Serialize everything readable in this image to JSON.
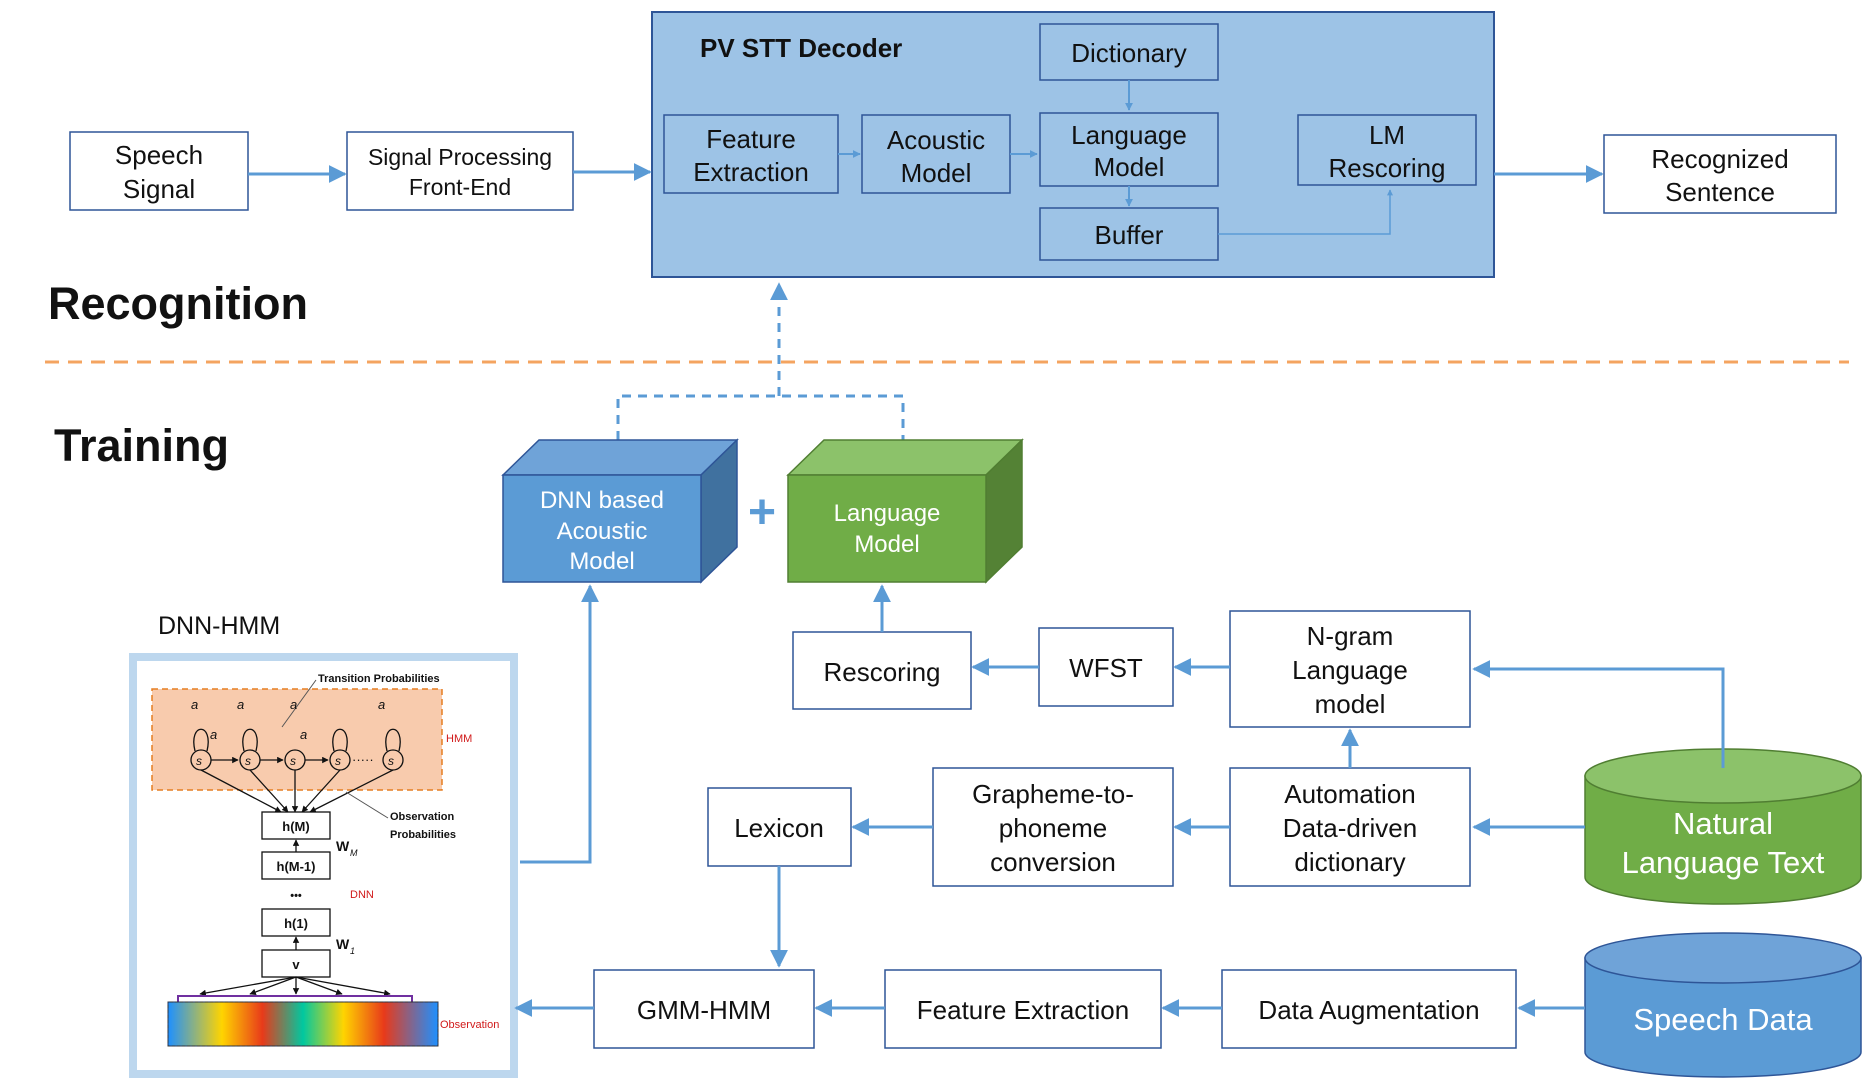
{
  "sections": {
    "recognition": "Recognition",
    "training": "Training"
  },
  "decoder": {
    "title": "PV STT Decoder",
    "dictionary": "Dictionary",
    "feature_extraction": [
      "Feature",
      "Extraction"
    ],
    "acoustic_model": [
      "Acoustic",
      "Model"
    ],
    "language_model": [
      "Language",
      "Model"
    ],
    "buffer": "Buffer",
    "lm_rescoring": [
      "LM",
      "Rescoring"
    ]
  },
  "input": {
    "speech_signal": [
      "Speech",
      "Signal"
    ],
    "signal_processing": [
      "Signal Processing",
      "Front-End"
    ]
  },
  "output": {
    "recognized_sentence": [
      "Recognized",
      "Sentence"
    ]
  },
  "models": {
    "dnn_acoustic": [
      "DNN based",
      "Acoustic",
      "Model"
    ],
    "plus": "+",
    "language_model": [
      "Language",
      "Model"
    ]
  },
  "training_pipeline": {
    "rescoring": "Rescoring",
    "wfst": "WFST",
    "ngram": [
      "N-gram",
      "Language",
      "model"
    ],
    "lexicon": "Lexicon",
    "g2p": [
      "Grapheme-to-",
      "phoneme",
      "conversion"
    ],
    "automation": [
      "Automation",
      "Data-driven",
      "dictionary"
    ],
    "gmm_hmm": "GMM-HMM",
    "feature_extraction": "Feature Extraction",
    "data_augmentation": "Data Augmentation"
  },
  "data_sources": {
    "natural_language_text": [
      "Natural",
      "Language Text"
    ],
    "speech_data": "Speech Data"
  },
  "dnn_hmm": {
    "title": "DNN-HMM",
    "transition_probabilities": "Transition Probabilities",
    "hmm_label": "HMM",
    "observation_probabilities": [
      "Observation",
      "Probabilities"
    ],
    "dnn_label": "DNN",
    "observation_label": "Observation",
    "layers": [
      "h(M)",
      "h(M-1)",
      "h(1)",
      "v"
    ],
    "ellipsis": "•••",
    "weights": [
      "W",
      "W"
    ],
    "weight_subscripts": [
      "M",
      "1"
    ],
    "transition_labels": [
      "a",
      "a",
      "a",
      "a",
      "a",
      "a"
    ],
    "state_labels": [
      "s",
      "s",
      "s",
      "s",
      "s"
    ],
    "dots": "·····"
  },
  "colors": {
    "decoder_bg": "#9dc3e6",
    "border_blue": "#2e5597",
    "arrow_blue": "#5b9bd5",
    "box_blue": "#5b9bd5",
    "box_green": "#70ad47",
    "dashed_orange": "#f4a460",
    "hmm_fill": "#f8cbad"
  }
}
